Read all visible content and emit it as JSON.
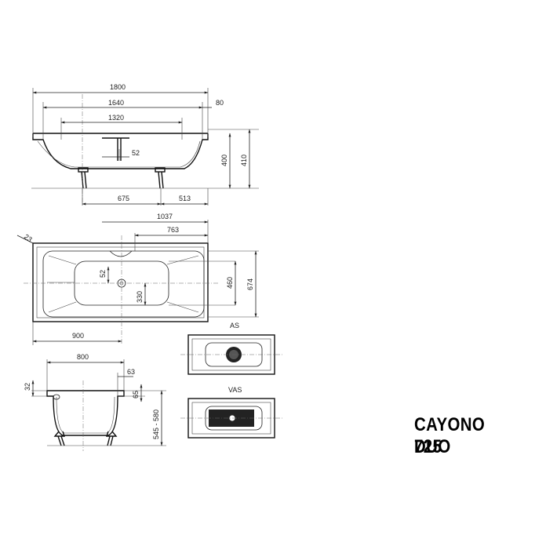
{
  "title": {
    "line1": "CAYONO DUO",
    "line2": "725"
  },
  "side_view": {
    "dim_1800": "1800",
    "dim_1640": "1640",
    "dim_1320": "1320",
    "dim_80": "80",
    "dim_52": "52",
    "dim_400": "400",
    "dim_410": "410",
    "dim_675": "675",
    "dim_513": "513"
  },
  "top_view": {
    "dim_1037": "1037",
    "dim_763": "763",
    "dim_23": "23",
    "dim_52": "52",
    "dim_330": "330",
    "dim_460": "460",
    "dim_674": "674",
    "dim_900": "900"
  },
  "end_view": {
    "dim_800": "800",
    "dim_63": "63",
    "dim_32": "32",
    "dim_65": "65",
    "dim_height": "545 - 580"
  },
  "variants": {
    "as_label": "AS",
    "vas_label": "VAS"
  }
}
